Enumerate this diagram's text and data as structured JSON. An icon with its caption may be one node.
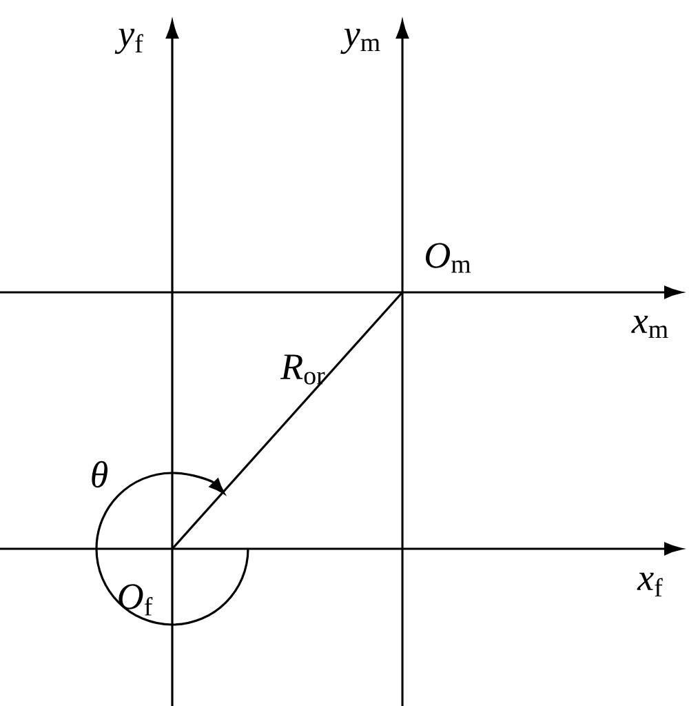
{
  "diagram": {
    "labels": [
      "*y*$_{f}$",
      "*y*$_{m}$",
      "*O*$_{m}$",
      "*x*$_{m}$",
      "*R*$_{or}$",
      "*θ*",
      "*O*$_{f}$",
      "*x*$_{f}$"
    ]
  }
}
